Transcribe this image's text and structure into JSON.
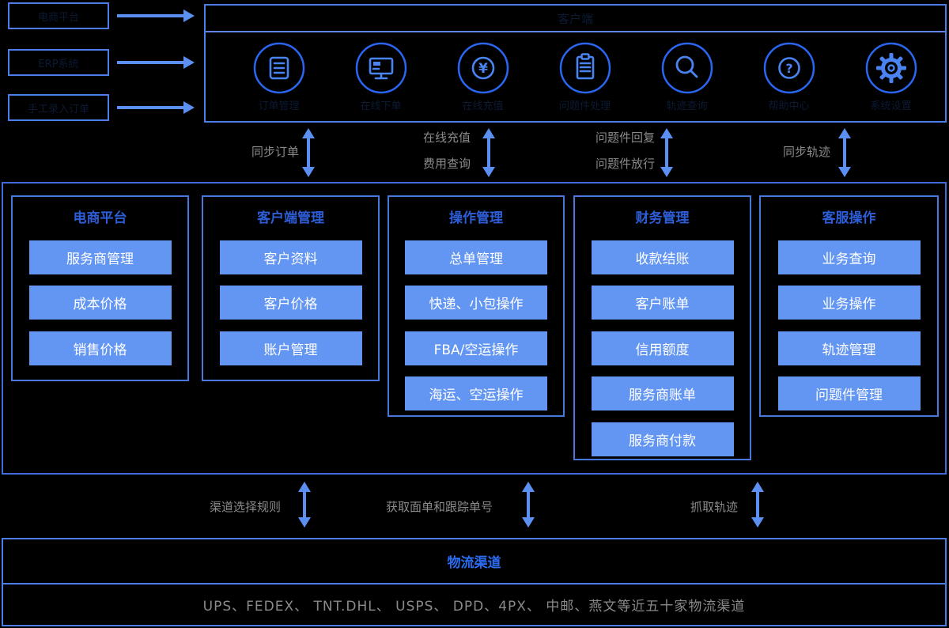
{
  "colors": {
    "background": "#000000",
    "box_border": "#4d7de8",
    "arrow": "#5b8ff2",
    "module_chip": "#6396f2",
    "column_title": "#2d5ed8",
    "channels_title": "#2c6cf2",
    "muted_text": "#8a8a8a",
    "dark_text": "#0c1a33",
    "icon_ring": "#2a66f2",
    "icon_glyph": "#4a83f2"
  },
  "sources": {
    "items": [
      "电商平台",
      "ERP系统",
      "手工录入订单"
    ]
  },
  "client": {
    "title": "客户端",
    "features": [
      {
        "icon": "order-form-icon",
        "label": "订单管理"
      },
      {
        "icon": "monitor-icon",
        "label": "在线下单"
      },
      {
        "icon": "yen-coin-icon",
        "label": "在线充值"
      },
      {
        "icon": "clipboard-icon",
        "label": "问题件处理"
      },
      {
        "icon": "search-icon",
        "label": "轨迹查询"
      },
      {
        "icon": "question-icon",
        "label": "帮助中心"
      },
      {
        "icon": "gear-icon",
        "label": "系统设置"
      }
    ]
  },
  "client_links": [
    {
      "lines": [
        "同步订单"
      ]
    },
    {
      "lines": [
        "在线充值",
        "费用查询"
      ]
    },
    {
      "lines": [
        "问题件回复",
        "问题件放行"
      ]
    },
    {
      "lines": [
        "同步轨迹"
      ]
    }
  ],
  "system": {
    "columns": [
      {
        "title": "电商平台",
        "items": [
          "服务商管理",
          "成本价格",
          "销售价格"
        ]
      },
      {
        "title": "客户端管理",
        "items": [
          "客户资料",
          "客户价格",
          "账户管理"
        ]
      },
      {
        "title": "操作管理",
        "items": [
          "总单管理",
          "快递、小包操作",
          "FBA/空运操作",
          "海运、空运操作"
        ]
      },
      {
        "title": "财务管理",
        "items": [
          "收款结账",
          "客户账单",
          "信用额度",
          "服务商账单",
          "服务商付款"
        ]
      },
      {
        "title": "客服操作",
        "items": [
          "业务查询",
          "业务操作",
          "轨迹管理",
          "问题件管理"
        ]
      }
    ]
  },
  "channel_links": [
    "渠道选择规则",
    "获取面单和跟踪单号",
    "抓取轨迹"
  ],
  "channels": {
    "title": "物流渠道",
    "providers": "UPS、FEDEX、 TNT.DHL、 USPS、 DPD、4PX、 中邮、燕文等近五十家物流渠道"
  }
}
